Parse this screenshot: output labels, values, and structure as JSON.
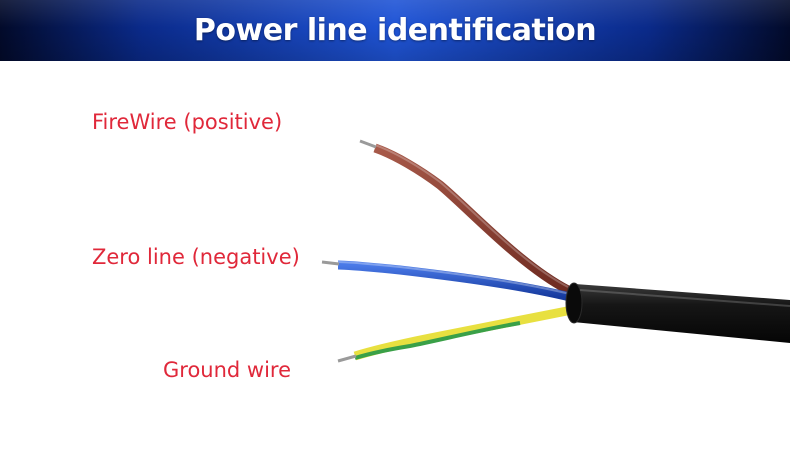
{
  "header": {
    "title": "Power line identification"
  },
  "labels": {
    "fire_wire": "FireWire (positive)",
    "zero_line": "Zero line (negative)",
    "ground_wire": "Ground wire"
  },
  "colors": {
    "title_bar": "#1f54d6",
    "label_text": "#e0283a",
    "fire_wire": "#8b3a2e",
    "zero_line": "#1f4fc8",
    "ground_wire_yellow": "#e8e040",
    "ground_wire_green": "#3aa048",
    "sheath": "#111111"
  }
}
